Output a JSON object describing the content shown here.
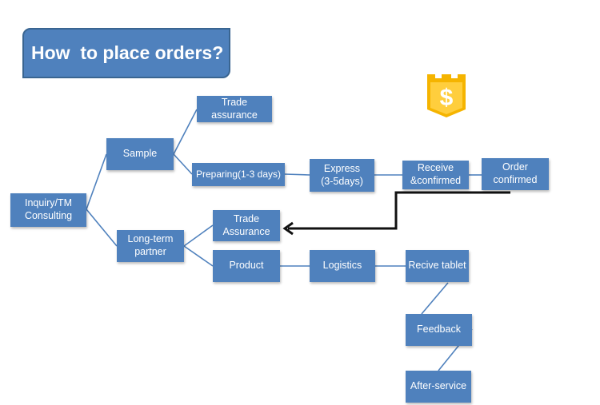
{
  "title": "How  to place orders?",
  "dollar_icon": {
    "icon": "dollar-shield-icon",
    "symbol": "$",
    "colors": [
      "#f5b400",
      "#ffce3d",
      "#ffffff"
    ]
  },
  "colors": {
    "node_fill": "#4f81bd",
    "node_text": "#ffffff",
    "connector": "#4f81bd",
    "arrow": "#111111"
  },
  "nodes": {
    "inquiry": "Inquiry/TM\nConsulting",
    "sample": "Sample",
    "trade_assurance_top": "Trade\nassurance",
    "preparing": "Preparing(1-3 days)",
    "express": "Express\n(3-5days)",
    "receive": "Receive\n&confirmed",
    "order": "Order\nconfirmed",
    "long_term": "Long-term\npartner",
    "trade_assurance_mid": "Trade\nAssurance",
    "product": "Product",
    "logistics": "Logistics",
    "recive_tablet": "Recive tablet",
    "feedback": "Feedback",
    "after_service": "After-service"
  }
}
